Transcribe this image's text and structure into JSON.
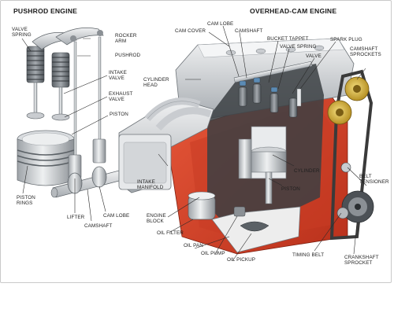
{
  "titles": {
    "pushrod": "PUSHROD ENGINE",
    "ohc": "OVERHEAD-CAM ENGINE"
  },
  "labels": {
    "valve_spring_left": "VALVE\nSPRING",
    "rocker_arm": "ROCKER\nARM",
    "pushrod": "PUSHROD",
    "intake_valve": "INTAKE\nVALVE",
    "exhaust_valve": "EXHAUST\nVALVE",
    "piston_left": "PISTON",
    "piston_rings": "PISTON\nRINGS",
    "lifter": "LIFTER",
    "camshaft_left": "CAMSHAFT",
    "cam_lobe_left": "CAM LOBE",
    "cam_cover": "CAM COVER",
    "cam_lobe_right": "CAM LOBE",
    "camshaft_right": "CAMSHAFT",
    "bucket_tappet": "BUCKET TAPPET",
    "valve_spring_right": "VALVE SPRING",
    "valve": "VALVE",
    "spark_plug": "SPARK PLUG",
    "camshaft_sprockets": "CAMSHAFT\nSPROCKETS",
    "cylinder_head": "CYLINDER\nHEAD",
    "intake_manifold": "INTAKE\nMANIFOLD",
    "engine_block": "ENGINE\nBLOCK",
    "cylinder": "CYLINDER",
    "piston_right": "PISTON",
    "belt_tensioner": "BELT\nTENSIONER",
    "oil_filter": "OIL FILTER",
    "oil_pan": "OIL PAN",
    "oil_pump": "OIL PUMP",
    "oil_pickup": "OIL PICKUP",
    "timing_belt": "TIMING BELT",
    "crankshaft_sprocket": "CRANKSHAFT\nSPROCKET"
  },
  "colors": {
    "engine_block": "#d9432b",
    "engine_block_shade": "#a92a17",
    "metal_light": "#e6e8ea",
    "metal_mid": "#b5b9bd",
    "metal_dark": "#6d7378",
    "sprocket_gold": "#d8b13a",
    "belt": "#3a3a3a",
    "leader": "#2a2a2a"
  }
}
